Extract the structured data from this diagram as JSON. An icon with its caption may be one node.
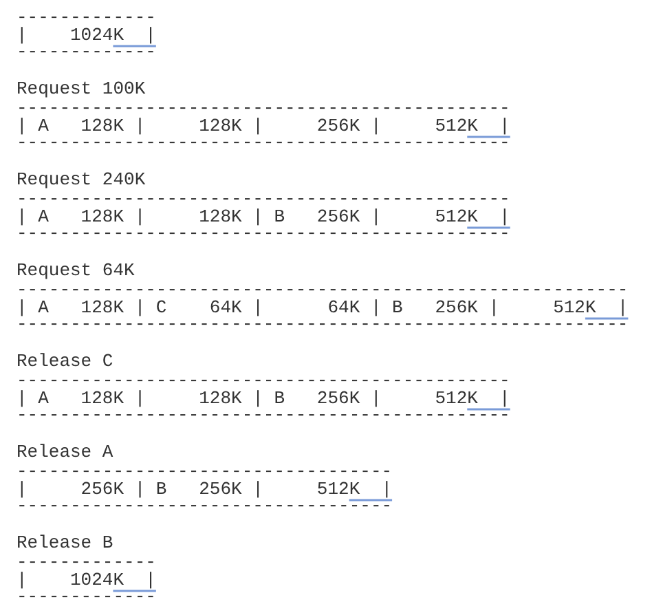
{
  "diagram": {
    "labels": [
      "-------------",
      "|    1024K  |",
      "-------------",
      "Request 100K",
      "----------------------------------------------",
      "| A   128K |     128K |     256K |     512K  |",
      "----------------------------------------------",
      "Request 240K",
      "----------------------------------------------",
      "| A   128K |     128K | B   256K |     512K  |",
      "----------------------------------------------",
      "Request 64K",
      "---------------------------------------------------------",
      "| A   128K | C    64K |      64K | B   256K |     512K  |",
      "---------------------------------------------------------",
      "Release C",
      "----------------------------------------------",
      "| A   128K |     128K | B   256K |     512K  |",
      "----------------------------------------------",
      "Release A",
      "-----------------------------------",
      "|     256K | B   256K |     512K  |",
      "-----------------------------------",
      "Release B",
      "-------------",
      "|    1024K  |",
      "-------------"
    ]
  }
}
